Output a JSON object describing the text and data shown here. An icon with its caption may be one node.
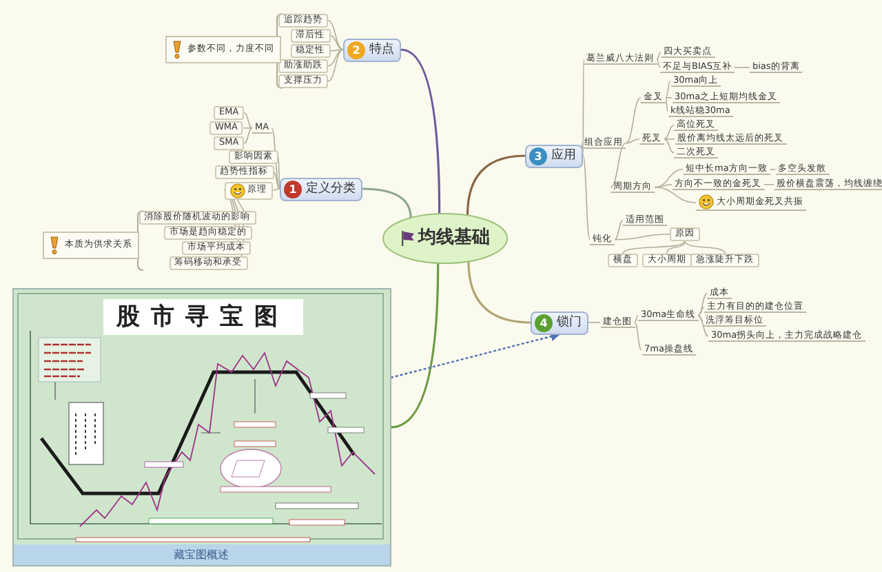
{
  "diagram": {
    "nodes": [
      {
        "text": [
          "均线基础"
        ]
      },
      {
        "text": [
          "2",
          "特点"
        ]
      },
      {
        "text": [
          "追踪趋势"
        ]
      },
      {
        "text": [
          "滞后性"
        ]
      },
      {
        "text": [
          "稳定性"
        ]
      },
      {
        "text": [
          "助涨助跌"
        ]
      },
      {
        "text": [
          "支撑压力"
        ]
      },
      {
        "text": [
          "参数不同，力度不同"
        ]
      },
      {
        "text": [
          "1",
          "定义分类"
        ]
      },
      {
        "text": [
          "MA"
        ]
      },
      {
        "text": [
          "EMA"
        ]
      },
      {
        "text": [
          "WMA"
        ]
      },
      {
        "text": [
          "SMA"
        ]
      },
      {
        "text": [
          "影响因素"
        ]
      },
      {
        "text": [
          "趋势性指标"
        ]
      },
      {
        "text": [
          "原理"
        ]
      },
      {
        "text": [
          "消除股价随机波动的影响"
        ]
      },
      {
        "text": [
          "市场是趋向稳定的"
        ]
      },
      {
        "text": [
          "市场平均成本"
        ]
      },
      {
        "text": [
          "筹码移动和承受"
        ]
      },
      {
        "text": [
          "本质为供求关系"
        ]
      },
      {
        "text": [
          "3",
          "应用"
        ]
      },
      {
        "text": [
          "葛兰威八大法则"
        ]
      },
      {
        "text": [
          "四大买卖点"
        ]
      },
      {
        "text": [
          "不足与BIAS互补"
        ]
      },
      {
        "text": [
          "bias的背离"
        ]
      },
      {
        "text": [
          "组合应用"
        ]
      },
      {
        "text": [
          "金叉"
        ]
      },
      {
        "text": [
          "30ma向上"
        ]
      },
      {
        "text": [
          "30ma之上短期均线金叉"
        ]
      },
      {
        "text": [
          "k线站稳30ma"
        ]
      },
      {
        "text": [
          "死叉"
        ]
      },
      {
        "text": [
          "高位死叉"
        ]
      },
      {
        "text": [
          "股价离均线太远后的死叉"
        ]
      },
      {
        "text": [
          "二次死叉"
        ]
      },
      {
        "text": [
          "周期方向"
        ]
      },
      {
        "text": [
          "短中长ma方向一致"
        ]
      },
      {
        "text": [
          "多空头发散"
        ]
      },
      {
        "text": [
          "方向不一致的金死叉"
        ]
      },
      {
        "text": [
          "股价横盘震荡，均线缠绕"
        ]
      },
      {
        "text": [
          "大小周期金死叉共振"
        ]
      },
      {
        "text": [
          "钝化"
        ]
      },
      {
        "text": [
          "适用范围"
        ]
      },
      {
        "text": [
          "原因"
        ]
      },
      {
        "text": [
          "横盘"
        ]
      },
      {
        "text": [
          "大小周期"
        ]
      },
      {
        "text": [
          "急涨陡升下跌"
        ]
      },
      {
        "text": [
          "4",
          "锁门"
        ]
      },
      {
        "text": [
          "建仓图"
        ]
      },
      {
        "text": [
          "30ma生命线"
        ]
      },
      {
        "text": [
          "成本"
        ]
      },
      {
        "text": [
          "主力有目的的建仓位置"
        ]
      },
      {
        "text": [
          "洗浮筹目标位"
        ]
      },
      {
        "text": [
          "30ma拐头向上，主力完成战略建仓"
        ]
      },
      {
        "text": [
          "7ma操盘线"
        ]
      },
      {
        "text": [
          "股市寻宝图",
          "藏宝图概述"
        ]
      }
    ],
    "edges": [
      {
        "from": 0,
        "to": 1,
        "arrow": "none",
        "color": "#6a5a9e"
      },
      {
        "from": 0,
        "to": 8,
        "arrow": "none",
        "color": "#8fa595"
      },
      {
        "from": 0,
        "to": 21,
        "arrow": "none",
        "color": "#8a6548"
      },
      {
        "from": 0,
        "to": 47,
        "arrow": "none",
        "color": "#b3a474"
      },
      {
        "from": 0,
        "to": 55,
        "arrow": "none",
        "color": "#6c9a45"
      },
      {
        "from": 1,
        "to": 2,
        "arrow": "none"
      },
      {
        "from": 1,
        "to": 3,
        "arrow": "none"
      },
      {
        "from": 1,
        "to": 4,
        "arrow": "none"
      },
      {
        "from": 1,
        "to": 5,
        "arrow": "none"
      },
      {
        "from": 1,
        "to": 6,
        "arrow": "none"
      },
      {
        "from": 8,
        "to": 9,
        "arrow": "none"
      },
      {
        "from": 9,
        "to": 10,
        "arrow": "none"
      },
      {
        "from": 9,
        "to": 11,
        "arrow": "none"
      },
      {
        "from": 9,
        "to": 12,
        "arrow": "none"
      },
      {
        "from": 8,
        "to": 13,
        "arrow": "none"
      },
      {
        "from": 8,
        "to": 14,
        "arrow": "none"
      },
      {
        "from": 8,
        "to": 15,
        "arrow": "none"
      },
      {
        "from": 15,
        "to": 16,
        "arrow": "none"
      },
      {
        "from": 15,
        "to": 17,
        "arrow": "none"
      },
      {
        "from": 15,
        "to": 18,
        "arrow": "none"
      },
      {
        "from": 15,
        "to": 19,
        "arrow": "none"
      },
      {
        "from": 21,
        "to": 22,
        "arrow": "none"
      },
      {
        "from": 22,
        "to": 23,
        "arrow": "none"
      },
      {
        "from": 22,
        "to": 24,
        "arrow": "none"
      },
      {
        "from": 24,
        "to": 25,
        "arrow": "none"
      },
      {
        "from": 21,
        "to": 26,
        "arrow": "none"
      },
      {
        "from": 26,
        "to": 27,
        "arrow": "none"
      },
      {
        "from": 27,
        "to": 28,
        "arrow": "none"
      },
      {
        "from": 27,
        "to": 29,
        "arrow": "none"
      },
      {
        "from": 27,
        "to": 30,
        "arrow": "none"
      },
      {
        "from": 26,
        "to": 31,
        "arrow": "none"
      },
      {
        "from": 31,
        "to": 32,
        "arrow": "none"
      },
      {
        "from": 31,
        "to": 33,
        "arrow": "none"
      },
      {
        "from": 31,
        "to": 34,
        "arrow": "none"
      },
      {
        "from": 26,
        "to": 35,
        "arrow": "none"
      },
      {
        "from": 35,
        "to": 36,
        "arrow": "none"
      },
      {
        "from": 36,
        "to": 37,
        "arrow": "none"
      },
      {
        "from": 35,
        "to": 38,
        "arrow": "none"
      },
      {
        "from": 38,
        "to": 39,
        "arrow": "none"
      },
      {
        "from": 35,
        "to": 40,
        "arrow": "none"
      },
      {
        "from": 21,
        "to": 41,
        "arrow": "none"
      },
      {
        "from": 41,
        "to": 42,
        "arrow": "none"
      },
      {
        "from": 41,
        "to": 43,
        "arrow": "none"
      },
      {
        "from": 43,
        "to": 44,
        "arrow": "none"
      },
      {
        "from": 43,
        "to": 45,
        "arrow": "none"
      },
      {
        "from": 43,
        "to": 46,
        "arrow": "none"
      },
      {
        "from": 47,
        "to": 48,
        "arrow": "none"
      },
      {
        "from": 48,
        "to": 49,
        "arrow": "none"
      },
      {
        "from": 49,
        "to": 50,
        "arrow": "none"
      },
      {
        "from": 49,
        "to": 51,
        "arrow": "none"
      },
      {
        "from": 49,
        "to": 52,
        "arrow": "none"
      },
      {
        "from": 49,
        "to": 53,
        "arrow": "none"
      },
      {
        "from": 48,
        "to": 54,
        "arrow": "none"
      },
      {
        "from": 55,
        "to": 47,
        "arrow": "to",
        "style": "dashed",
        "color": "#4f6fb5"
      }
    ]
  }
}
